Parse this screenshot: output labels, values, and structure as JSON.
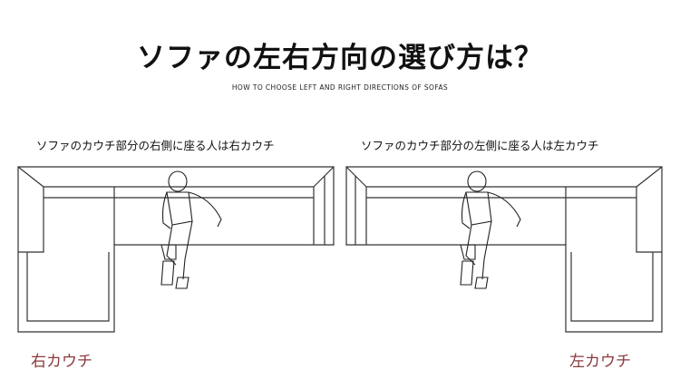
{
  "title": "ソファの左右方向の選び方は？",
  "subtitle": "HOW TO CHOOSE LEFT AND RIGHT DIRECTIONS OF SOFAS",
  "panels": [
    {
      "caption": "ソファのカウチ部分の右側に座る人は右カウチ",
      "label": "右カウチ"
    },
    {
      "caption": "ソファのカウチ部分の左側に座る人は左カウチ",
      "label": "左カウチ"
    }
  ],
  "colors": {
    "label": "#8a3a3e",
    "line": "#333333"
  }
}
